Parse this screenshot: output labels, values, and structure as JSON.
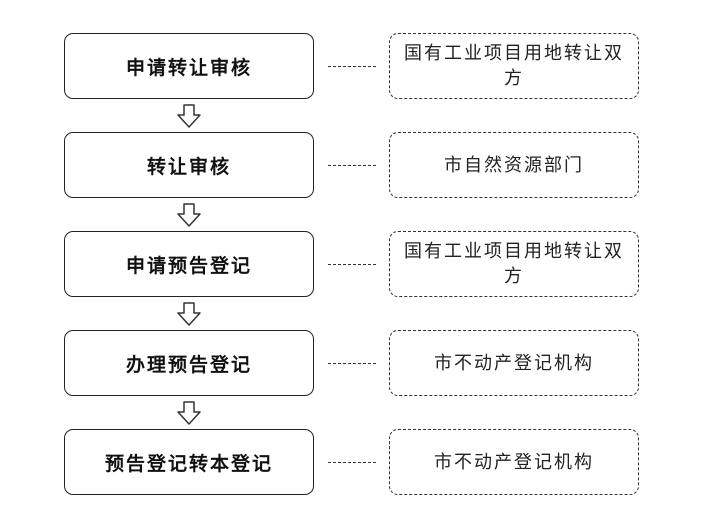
{
  "steps": [
    {
      "label": "申请转让审核",
      "party": "国有工业项目用地转让双方"
    },
    {
      "label": "转让审核",
      "party": "市自然资源部门"
    },
    {
      "label": "申请预告登记",
      "party": "国有工业项目用地转让双方"
    },
    {
      "label": "办理预告登记",
      "party": "市不动产登记机构"
    },
    {
      "label": "预告登记转本登记",
      "party": "市不动产登记机构"
    }
  ],
  "colors": {
    "border": "#222222",
    "dashed": "#333333",
    "text": "#111111"
  },
  "icons": {
    "arrow": "down-arrow-outline-icon"
  }
}
